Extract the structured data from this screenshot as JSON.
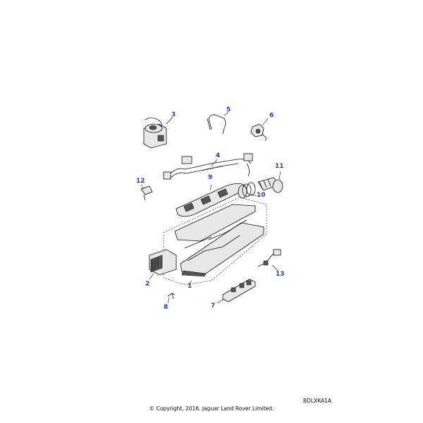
{
  "callouts": [
    {
      "id": "c1",
      "label": "1"
    },
    {
      "id": "c2",
      "label": "2"
    },
    {
      "id": "c3",
      "label": "3"
    },
    {
      "id": "c4",
      "label": "4"
    },
    {
      "id": "c5",
      "label": "5"
    },
    {
      "id": "c6",
      "label": "6"
    },
    {
      "id": "c7",
      "label": "7"
    },
    {
      "id": "c8",
      "label": "8"
    },
    {
      "id": "c9",
      "label": "9"
    },
    {
      "id": "c10",
      "label": "10"
    },
    {
      "id": "c11",
      "label": "11"
    },
    {
      "id": "c12",
      "label": "12"
    },
    {
      "id": "c13",
      "label": "13"
    }
  ],
  "reference_code": "BDLXKA1A",
  "copyright": "© Copyright, 2016. Jaguar Land Rover Limited.",
  "colors": {
    "callout": "#1f3fbf",
    "line": "#111111"
  }
}
